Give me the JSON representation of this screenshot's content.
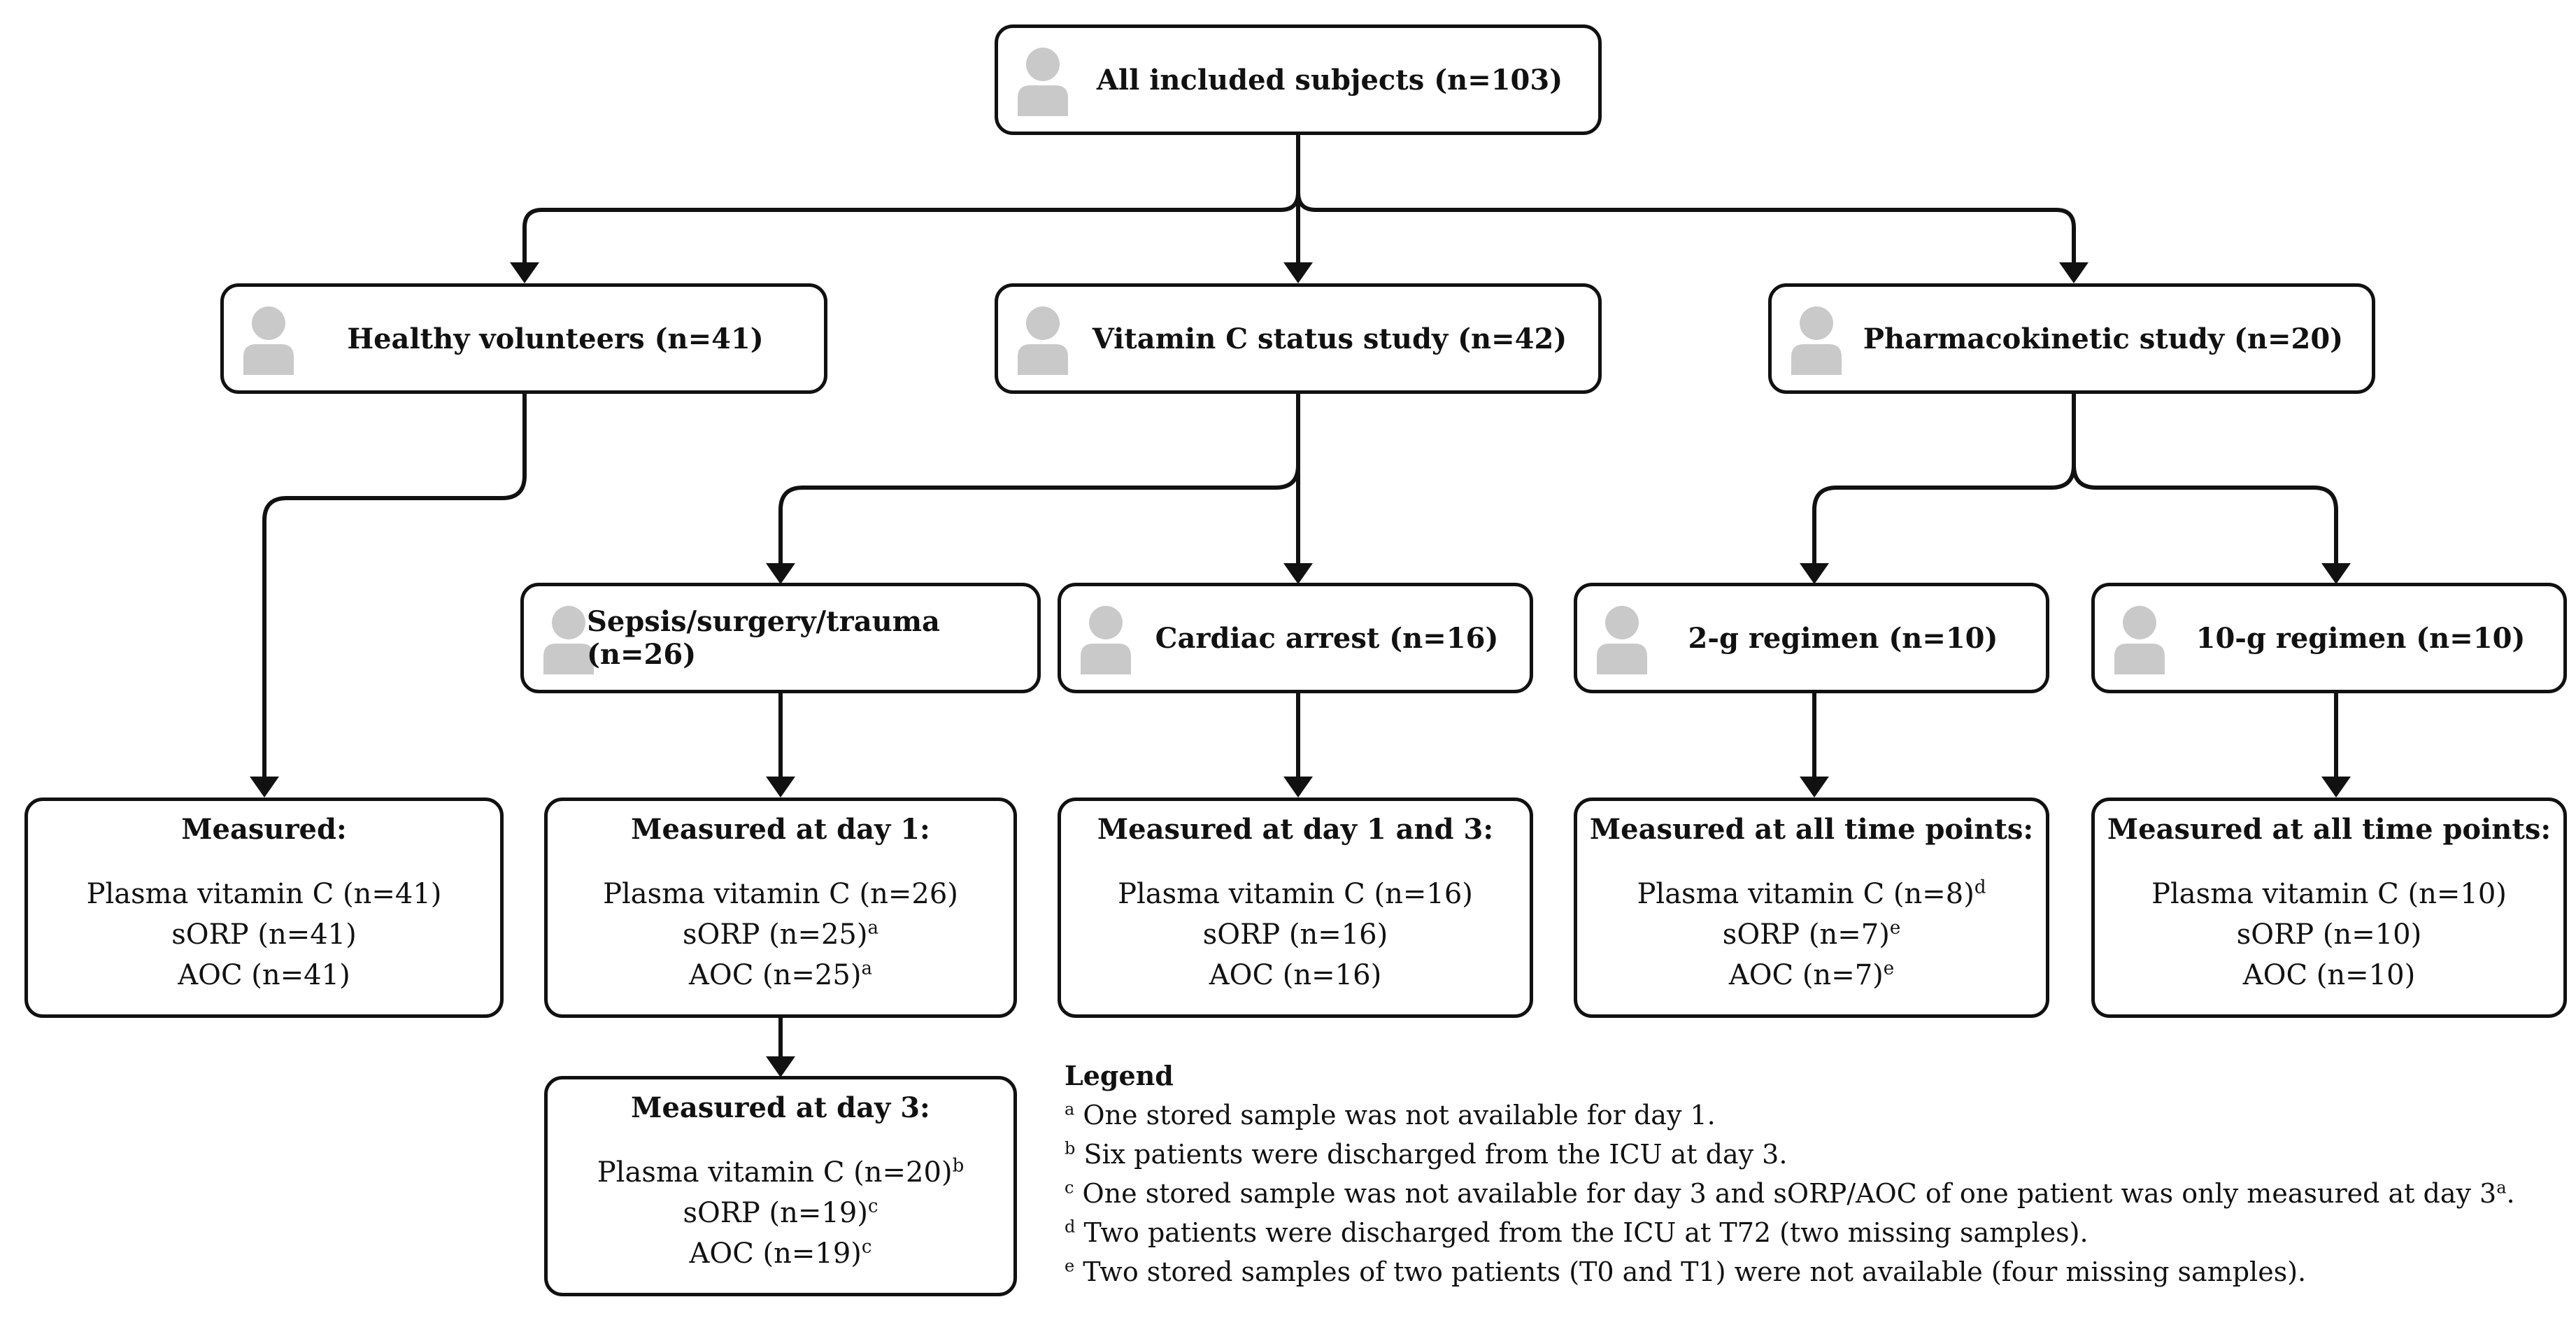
{
  "nodes": {
    "all": "All included subjects (n=103)",
    "healthy": "Healthy volunteers (n=41)",
    "vitc": "Vitamin C status study (n=42)",
    "pk": "Pharmacokinetic study (n=20)",
    "sepsis": "Sepsis/surgery/trauma (n=26)",
    "cardiac": "Cardiac arrest (n=16)",
    "g2": "2-g regimen (n=10)",
    "g10": "10-g regimen (n=10)"
  },
  "measures": {
    "healthy": {
      "title": "Measured:",
      "l1": "Plasma vitamin C (n=41)",
      "l2": "sORP (n=41)",
      "l3": "AOC (n=41)"
    },
    "sepsis_d1": {
      "title": "Measured at day 1:",
      "l1": "Plasma vitamin C (n=26)",
      "l2": "sORP (n=25)",
      "s2": "a",
      "l3": "AOC (n=25)",
      "s3": "a"
    },
    "cardiac": {
      "title": "Measured at day 1 and 3:",
      "l1": "Plasma vitamin C (n=16)",
      "l2": "sORP (n=16)",
      "l3": "AOC (n=16)"
    },
    "g2": {
      "title": "Measured at all time points:",
      "l1": "Plasma vitamin C (n=8)",
      "s1": "d",
      "l2": "sORP (n=7)",
      "s2": "e",
      "l3": "AOC (n=7)",
      "s3": "e"
    },
    "g10": {
      "title": "Measured at all time points:",
      "l1": "Plasma vitamin C (n=10)",
      "l2": "sORP (n=10)",
      "l3": "AOC (n=10)"
    },
    "sepsis_d3": {
      "title": "Measured at day 3:",
      "l1": "Plasma vitamin C (n=20)",
      "s1": "b",
      "l2": "sORP (n=19)",
      "s2": "c",
      "l3": "AOC (n=19)",
      "s3": "c"
    }
  },
  "legend": {
    "title": "Legend",
    "items": [
      {
        "mark": "a",
        "text": "One stored sample was not available for day 1."
      },
      {
        "mark": "b",
        "text": "Six patients were discharged from the ICU at day 3."
      },
      {
        "mark": "c",
        "text": "One stored sample was not available for day 3 and sORP/AOC of one patient was only measured at day 3",
        "tail": "a",
        "end": "."
      },
      {
        "mark": "d",
        "text": "Two patients were discharged from the ICU at T72 (two missing samples)."
      },
      {
        "mark": "e",
        "text": "Two stored samples of two patients (T0 and T1) were not available (four missing samples)."
      }
    ]
  },
  "colors": {
    "line": "#111111",
    "icon": "#c9c9c9"
  }
}
